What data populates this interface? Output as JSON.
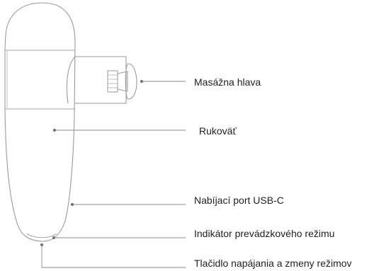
{
  "diagram": {
    "callouts": [
      {
        "id": "head",
        "label": "Masážna hlava"
      },
      {
        "id": "handle",
        "label": "Rukoväť"
      },
      {
        "id": "port",
        "label": "Nabíjací port USB-C"
      },
      {
        "id": "indicator",
        "label": "Indikátor prevádzkového režimu"
      },
      {
        "id": "button",
        "label": "Tlačidlo napájania a zmeny režimov"
      }
    ]
  },
  "colors": {
    "outline": "#9a9a9a",
    "leader": "#8a8a8a",
    "text": "#1f1f1f",
    "background": "#ffffff"
  }
}
